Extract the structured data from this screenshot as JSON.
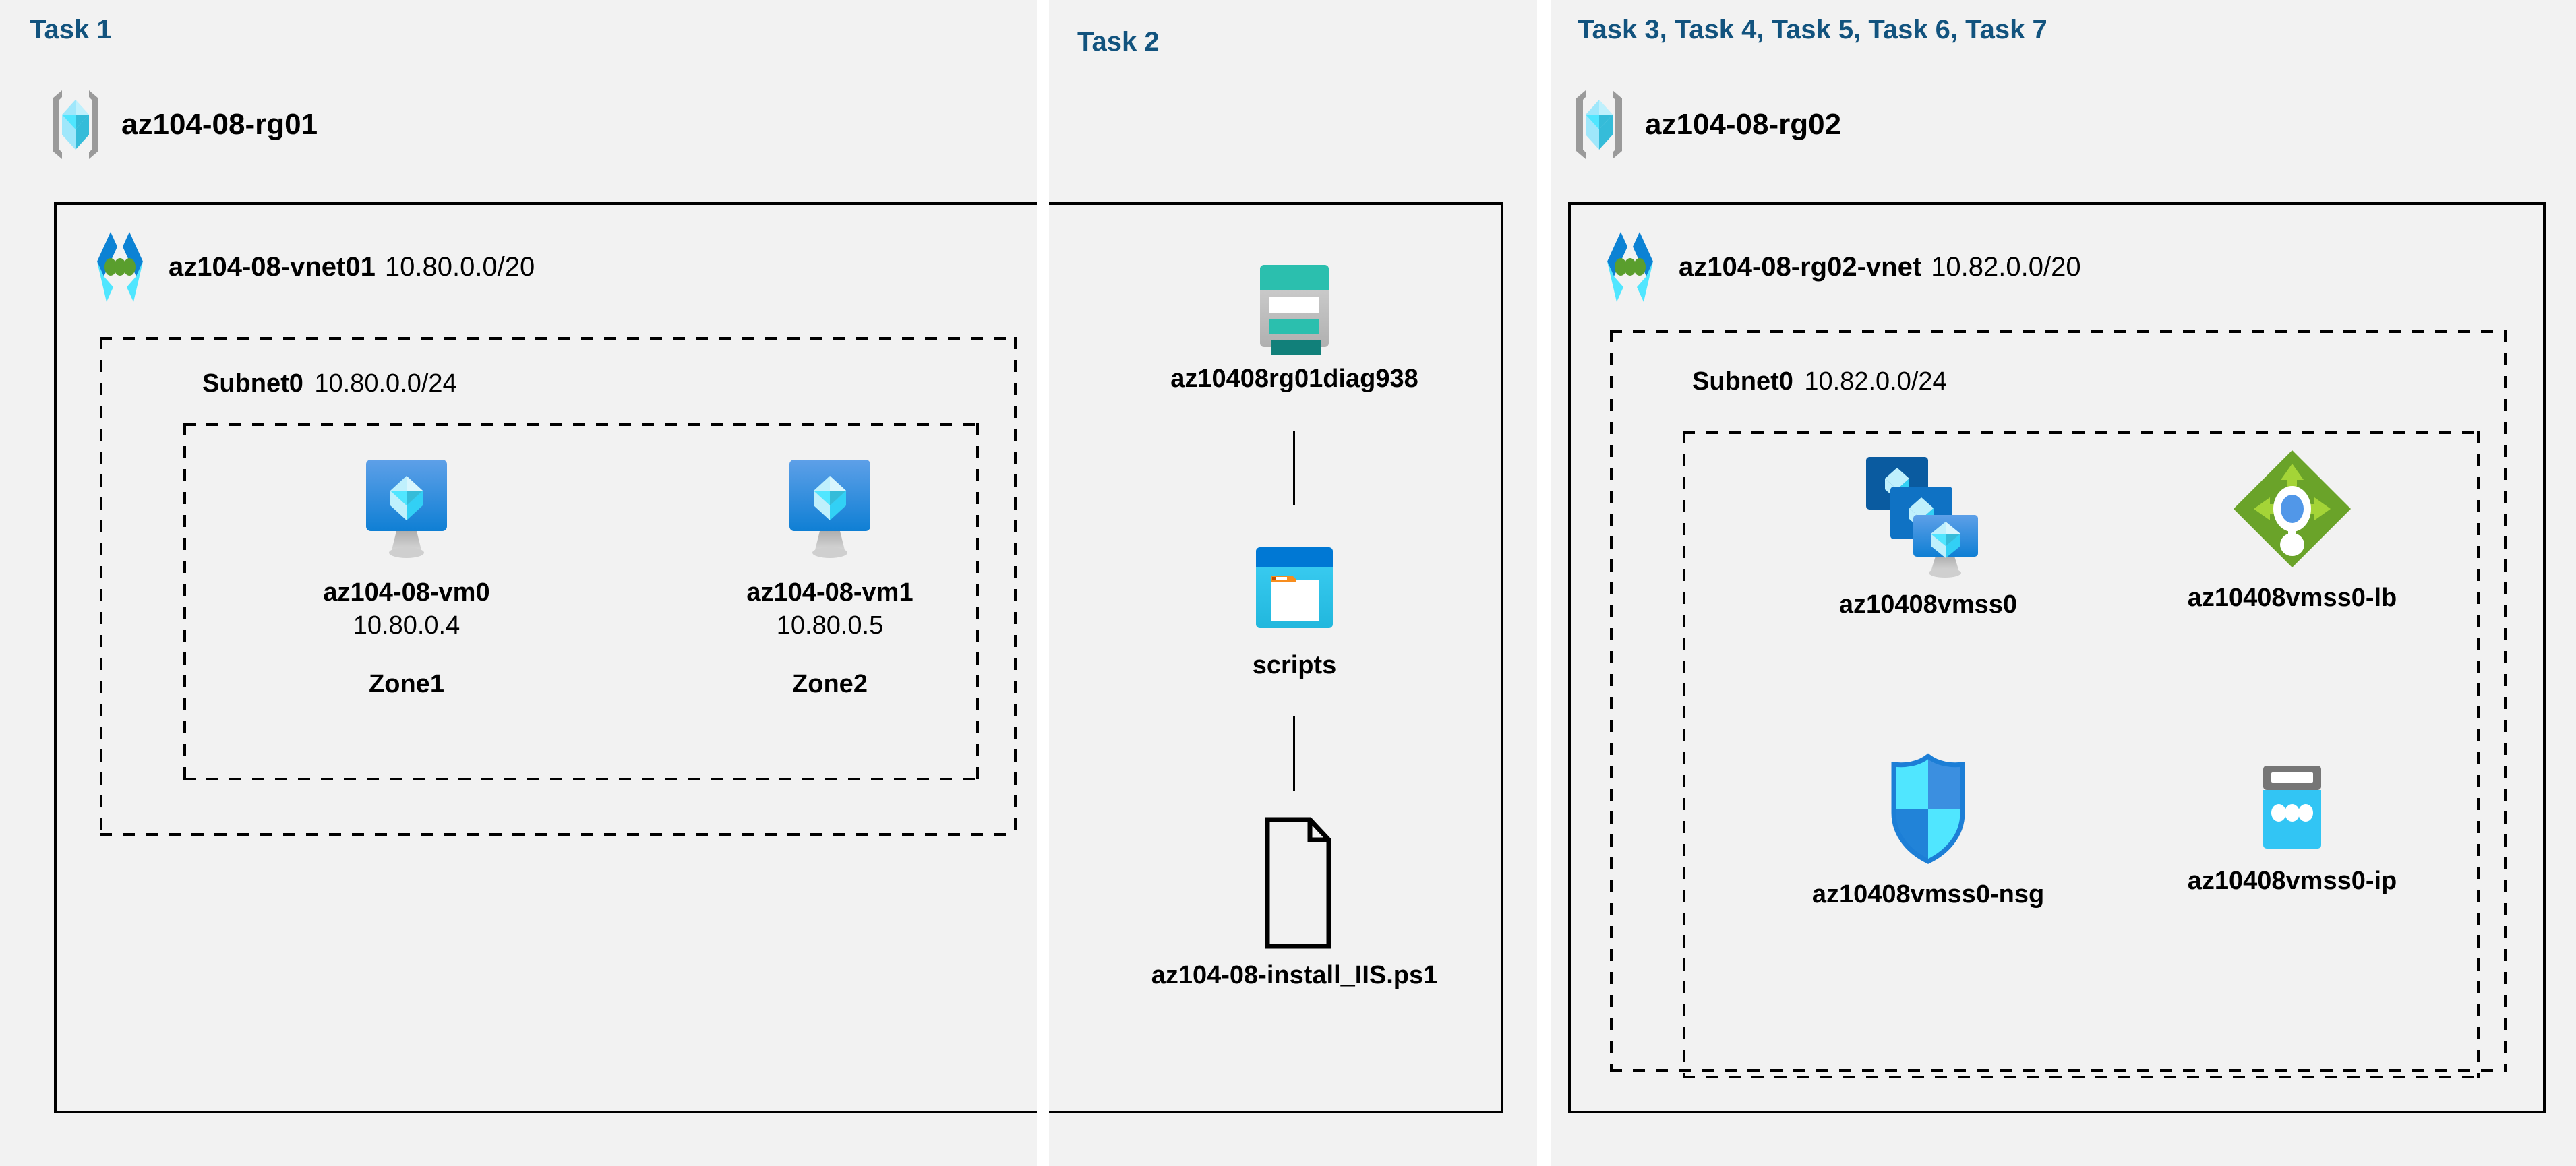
{
  "colors": {
    "task_label": "#12537e",
    "panel_bg": "#f2f2f2",
    "page_bg": "#ffffff",
    "border": "#000000",
    "vm_blue_top": "#5ea0e8",
    "vm_blue_bottom": "#0f7fd4",
    "cube_light": "#b3ecfb",
    "cube_cyan": "#32d0f5",
    "cube_mid": "#50e6ff",
    "rg_bracket_gray": "#9a9a9a",
    "vnet_blue_dark": "#0c82d4",
    "vnet_blue_light": "#50e6ff",
    "vnet_dot_green": "#5a9e2d",
    "storage_teal": "#2bbfae",
    "storage_teal_dark": "#11807a",
    "storage_gray": "#bfbfbf",
    "blob_header_blue": "#0078d4",
    "blob_body_cyan": "#32c5f4",
    "blob_tab_orange": "#f78d1e",
    "lb_green_dark": "#6aa329",
    "lb_green_light": "#a4d437",
    "lb_dot_blue": "#5197e8",
    "nsg_cyan": "#50e6ff",
    "nsg_blue": "#2f8fe0",
    "nsg_blue_dark": "#1c7ed6",
    "ip_gray": "#767676",
    "ip_cyan": "#32c5f4"
  },
  "panels": [
    {
      "id": "panel-task1",
      "task_label": "Task 1"
    },
    {
      "id": "panel-task2",
      "task_label": "Task 2"
    },
    {
      "id": "panel-task3",
      "task_label": "Task 3, Task 4, Task 5, Task 6, Task 7"
    }
  ],
  "task1": {
    "task_label": "Task 1",
    "resource_group": {
      "name": "az104-08-rg01",
      "icon": "resource-group-icon"
    },
    "vnet": {
      "name": "az104-08-vnet01",
      "cidr": "10.80.0.0/20",
      "icon": "virtual-network-icon"
    },
    "subnet": {
      "name": "Subnet0",
      "cidr": "10.80.0.0/24"
    },
    "vms": [
      {
        "name": "az104-08-vm0",
        "ip": "10.80.0.4",
        "zone": "Zone1",
        "icon": "virtual-machine-icon"
      },
      {
        "name": "az104-08-vm1",
        "ip": "10.80.0.5",
        "zone": "Zone2",
        "icon": "virtual-machine-icon"
      }
    ]
  },
  "task2": {
    "task_label": "Task 2",
    "items": [
      {
        "name": "az10408rg01diag938",
        "icon": "storage-account-icon"
      },
      {
        "name": "scripts",
        "icon": "blob-container-icon"
      },
      {
        "name": "az104-08-install_IIS.ps1",
        "icon": "file-icon"
      }
    ]
  },
  "task3": {
    "task_label": "Task 3, Task 4, Task 5, Task 6, Task 7",
    "resource_group": {
      "name": "az104-08-rg02",
      "icon": "resource-group-icon"
    },
    "vnet": {
      "name": "az104-08-rg02-vnet",
      "cidr": "10.82.0.0/20",
      "icon": "virtual-network-icon"
    },
    "subnet": {
      "name": "Subnet0",
      "cidr": "10.82.0.0/24"
    },
    "resources": [
      {
        "name": "az10408vmss0",
        "icon": "vm-scale-set-icon"
      },
      {
        "name": "az10408vmss0-lb",
        "icon": "load-balancer-icon"
      },
      {
        "name": "az10408vmss0-nsg",
        "icon": "network-security-group-icon"
      },
      {
        "name": "az10408vmss0-ip",
        "icon": "public-ip-address-icon"
      }
    ]
  }
}
